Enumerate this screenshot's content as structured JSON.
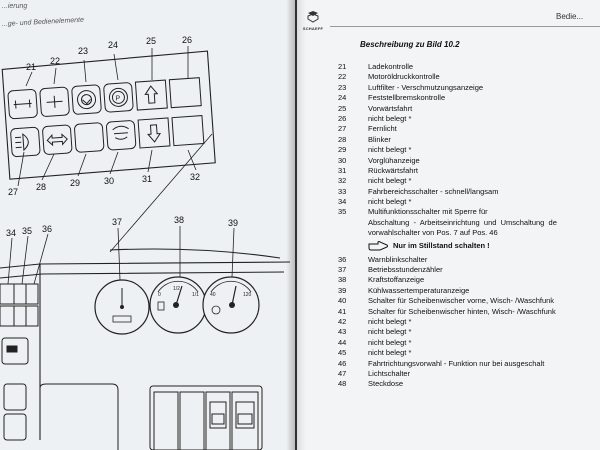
{
  "left_page": {
    "header": "...ierung",
    "diagram_title": "...ge- und Bedienelemente",
    "callouts": {
      "c21": "21",
      "c22": "22",
      "c23": "23",
      "c24": "24",
      "c25": "25",
      "c26": "26",
      "c27": "27",
      "c28": "28",
      "c29": "29",
      "c30": "30",
      "c31": "31",
      "c32": "32",
      "c34": "34",
      "c35": "35",
      "c36": "36",
      "c37": "37",
      "c38": "38",
      "c39": "39"
    },
    "gauges": {
      "fuel_labels": {
        "empty": "0",
        "half": "1/2",
        "full": "1/1"
      },
      "temp_labels": {
        "low": "40",
        "high": "120"
      }
    }
  },
  "right_page": {
    "logo_text": "SCHAEFF",
    "running_head": "Bedie...",
    "title": "Beschreibung zu Bild 10.2",
    "items": [
      {
        "num": "21",
        "text": "Ladekontrolle"
      },
      {
        "num": "22",
        "text": "Motoröldruckkontrolle"
      },
      {
        "num": "23",
        "text": "Luftfilter - Verschmutzungsanzeige"
      },
      {
        "num": "24",
        "text": "Feststellbremskontrolle"
      },
      {
        "num": "25",
        "text": "Vorwärtsfahrt"
      },
      {
        "num": "26",
        "text": "nicht belegt *"
      },
      {
        "num": "27",
        "text": "Fernlicht"
      },
      {
        "num": "28",
        "text": "Blinker"
      },
      {
        "num": "29",
        "text": "nicht belegt *"
      },
      {
        "num": "30",
        "text": "Vorglühanzeige"
      },
      {
        "num": "31",
        "text": "Rückwärtsfahrt"
      },
      {
        "num": "32",
        "text": "nicht belegt *"
      },
      {
        "num": "33",
        "text": "Fahrbereichsschalter - schnell/langsam"
      },
      {
        "num": "34",
        "text": "nicht belegt *"
      },
      {
        "num": "35",
        "text": "Multifunktionsschalter mit Sperre für"
      },
      {
        "num": "",
        "text": "Abschaltung  -  Arbeitseinrichtung  und  Umschaltung  de"
      },
      {
        "num": "",
        "text": "vorwahlschalter von Pos. 7 auf Pos. 46"
      }
    ],
    "note": "Nur im Stillstand schalten !",
    "items2": [
      {
        "num": "36",
        "text": "Warnblinkschalter"
      },
      {
        "num": "37",
        "text": "Betriebsstundenzähler"
      },
      {
        "num": "38",
        "text": "Kraftstoffanzeige"
      },
      {
        "num": "39",
        "text": "Kühlwassertemperaturanzeige"
      },
      {
        "num": "40",
        "text": "Schalter für Scheibenwischer vorne, Wisch- /Waschfunk"
      },
      {
        "num": "41",
        "text": "Schalter für Scheibenwischer hinten, Wisch- /Waschfunk"
      },
      {
        "num": "42",
        "text": "nicht belegt *"
      },
      {
        "num": "43",
        "text": "nicht belegt *"
      },
      {
        "num": "44",
        "text": "nicht belegt *"
      },
      {
        "num": "45",
        "text": "nicht belegt *"
      },
      {
        "num": "46",
        "text": "Fahrtrichtungsvorwahl - Funktion nur bei ausgeschalt"
      },
      {
        "num": "47",
        "text": "Lichtschalter"
      },
      {
        "num": "48",
        "text": "Steckdose"
      }
    ]
  }
}
